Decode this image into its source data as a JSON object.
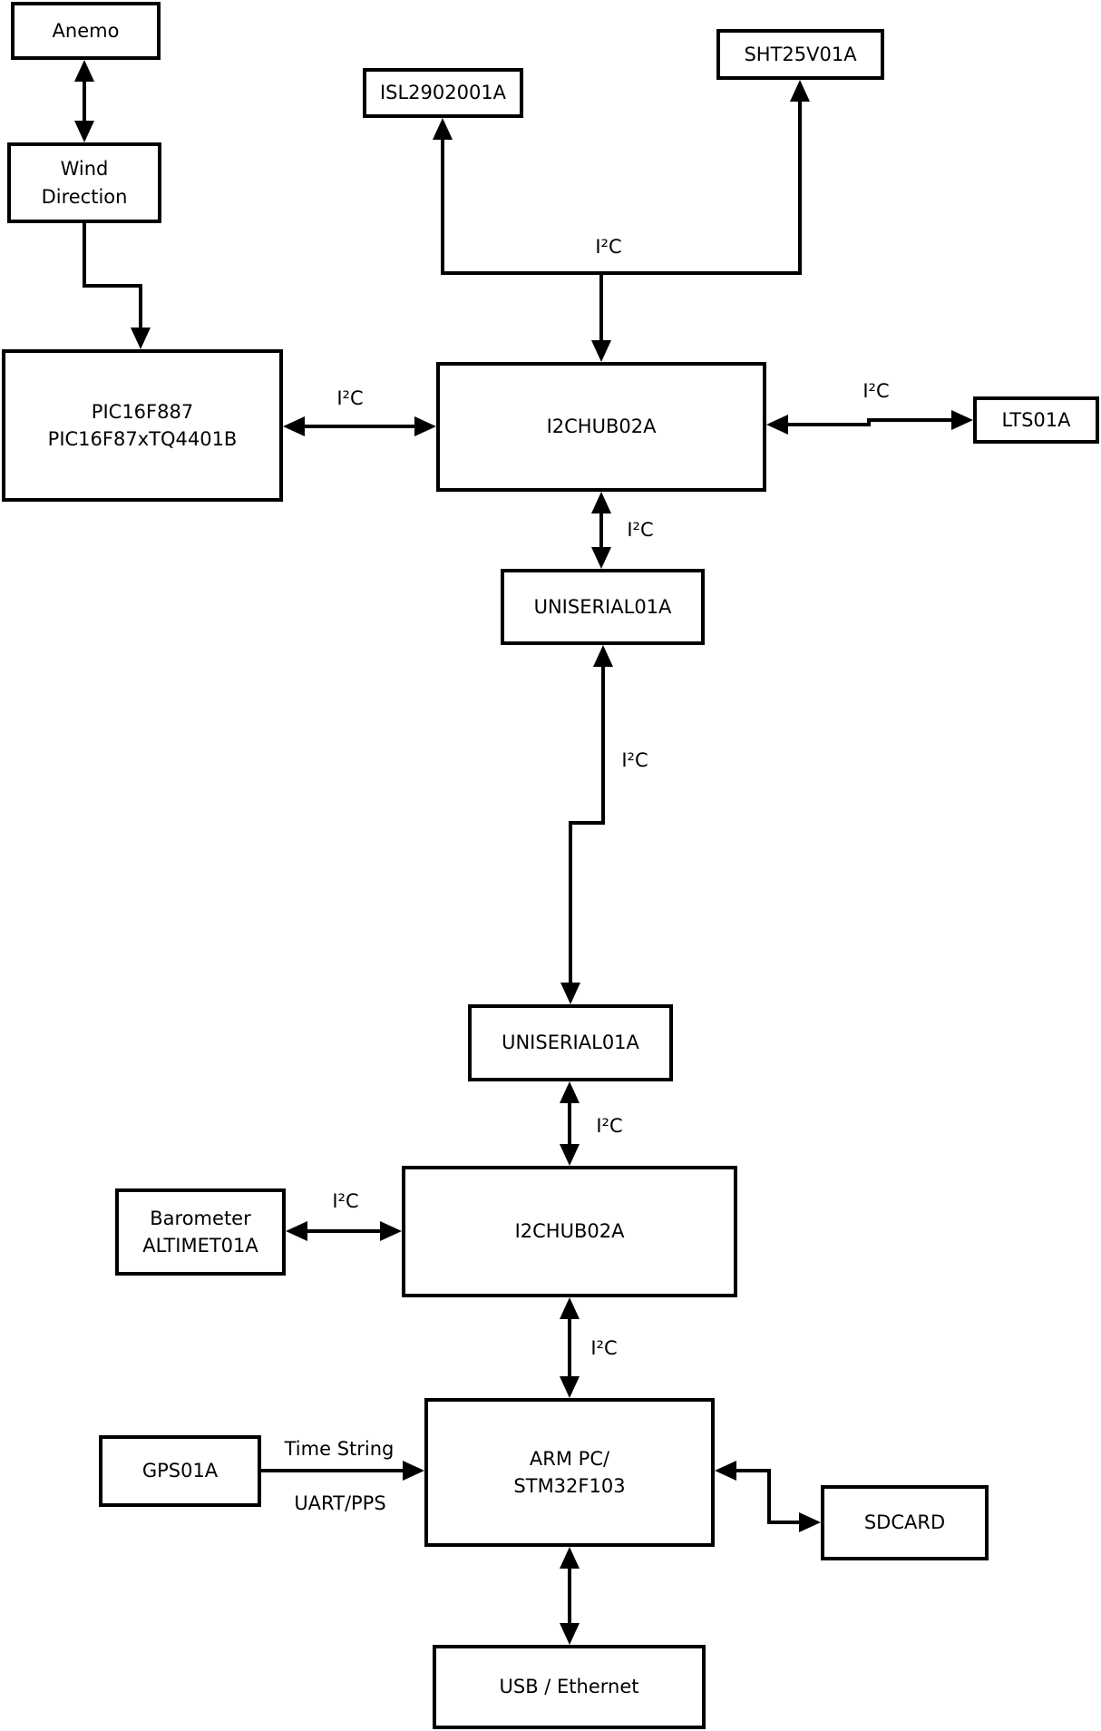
{
  "diagram": {
    "nodes": {
      "anemo": {
        "label": "Anemo"
      },
      "wind_direction": {
        "label": "Wind\nDirection"
      },
      "isl": {
        "label": "ISL2902001A"
      },
      "sht": {
        "label": "SHT25V01A"
      },
      "pic": {
        "label": "PIC16F887\nPIC16F87xTQ4401B"
      },
      "i2chub_top": {
        "label": "I2CHUB02A"
      },
      "lts": {
        "label": "LTS01A"
      },
      "uniserial_upper": {
        "label": "UNISERIAL01A"
      },
      "uniserial_lower": {
        "label": "UNISERIAL01A"
      },
      "i2chub_bottom": {
        "label": "I2CHUB02A"
      },
      "barometer": {
        "label": "Barometer\nALTIMET01A"
      },
      "gps": {
        "label": "GPS01A"
      },
      "arm_pc": {
        "label": "ARM PC/\nSTM32F103"
      },
      "sdcard": {
        "label": "SDCARD"
      },
      "usb_ethernet": {
        "label": "USB / Ethernet"
      }
    },
    "labels": {
      "i2c": "I²C",
      "time_string": "Time String",
      "uart_pps": "UART/PPS"
    },
    "colors": {
      "line": "#000000",
      "box_border": "#000000",
      "background": "#ffffff",
      "text": "#000000"
    }
  }
}
